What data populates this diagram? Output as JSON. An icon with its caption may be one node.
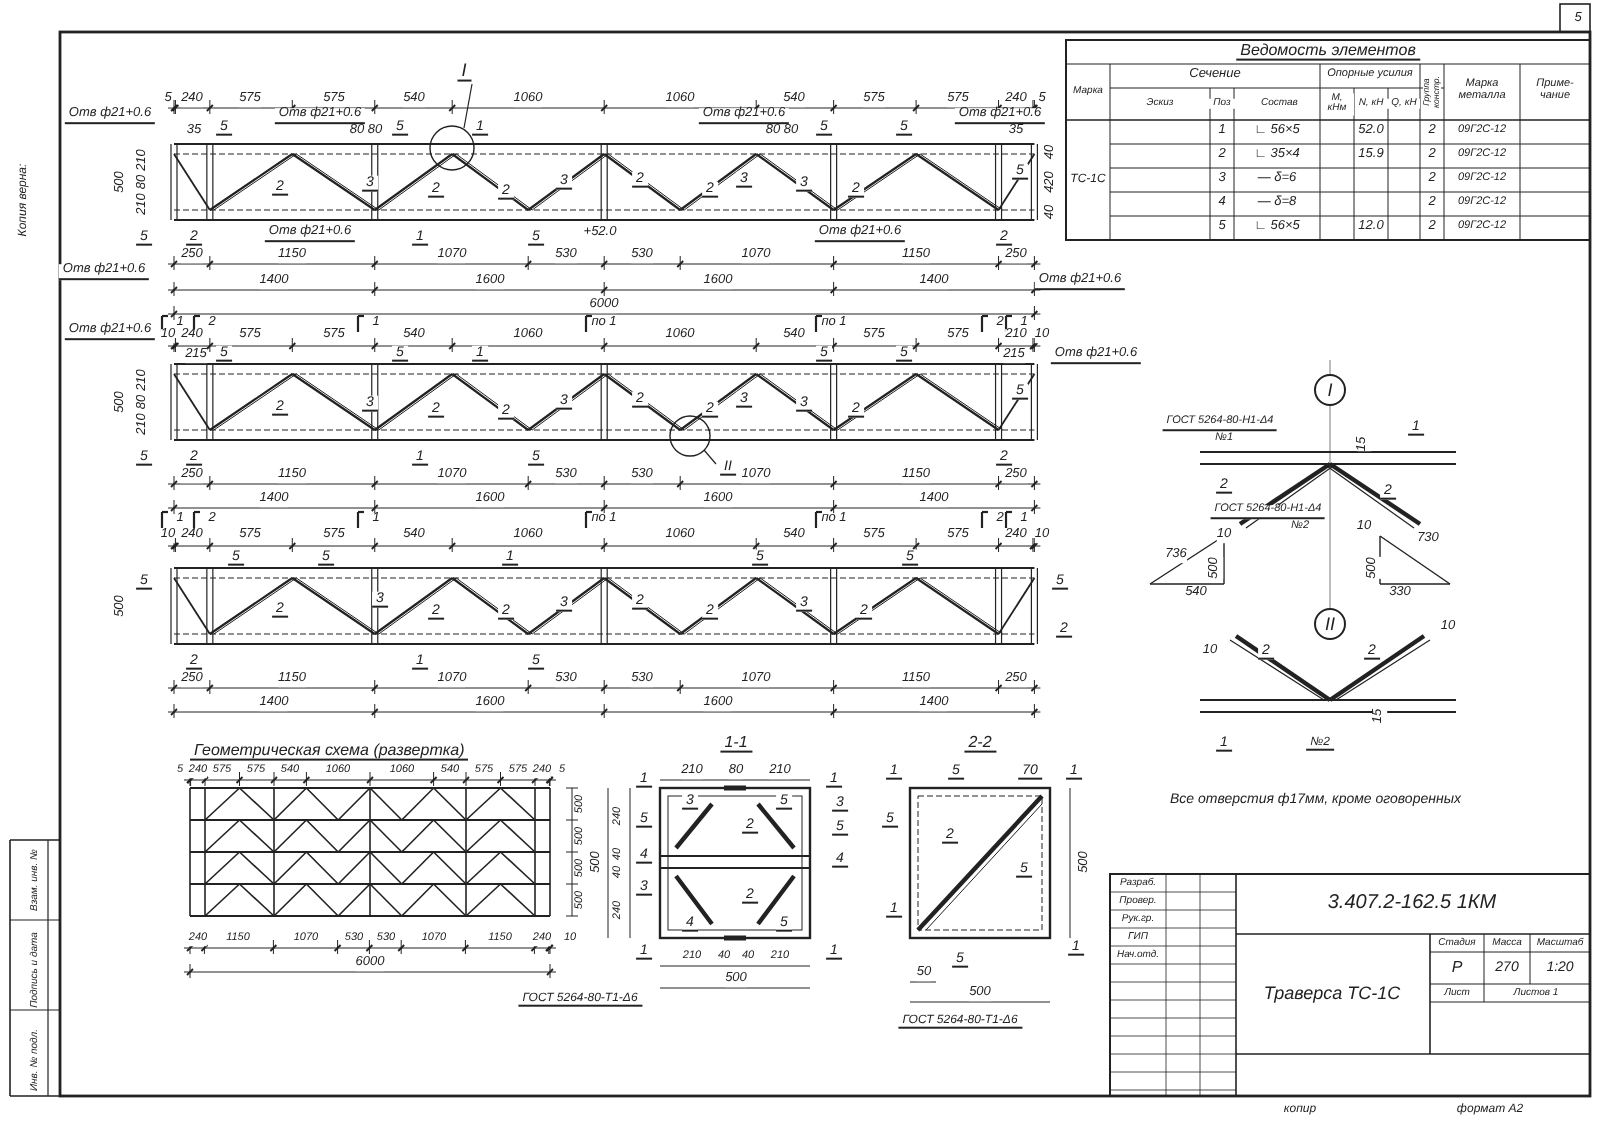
{
  "diagram": {
    "labels": [
      "5",
      "5",
      "240",
      "575",
      "575",
      "540",
      "1060",
      "1060",
      "540",
      "575",
      "575",
      "240",
      "5",
      "I",
      "Отв ф21+0.6",
      "Отв ф21+0.6",
      "Отв ф21+0.6",
      "Отв ф21+0.6",
      "35",
      "5",
      "80 80",
      "5",
      "1",
      "80 80",
      "5",
      "5",
      "35",
      "500",
      "210",
      "80",
      "210",
      "40",
      "420",
      "40",
      "2",
      "3",
      "2",
      "2",
      "3",
      "2",
      "2",
      "3",
      "3",
      "2",
      "5",
      "5",
      "2",
      "Отв ф21+0.6",
      "1",
      "5",
      "+52.0",
      "Отв ф21+0.6",
      "2",
      "250",
      "1150",
      "1070",
      "530",
      "530",
      "1070",
      "1150",
      "250",
      "Отв ф21+0.6",
      "1400",
      "1600",
      "1600",
      "1400",
      "Отв ф21+0.6",
      "6000",
      "1",
      "2",
      "1",
      "по 1",
      "по 1",
      "2",
      "1",
      "Отв ф21+0.6",
      "10",
      "240",
      "575",
      "575",
      "540",
      "1060",
      "1060",
      "540",
      "575",
      "575",
      "210",
      "10",
      "215",
      "5",
      "5",
      "1",
      "5",
      "5",
      "215",
      "Отв ф21+0.6",
      "500",
      "210",
      "80",
      "210",
      "2",
      "3",
      "2",
      "2",
      "3",
      "2",
      "2",
      "3",
      "3",
      "2",
      "5",
      "5",
      "2",
      "1",
      "5",
      "II",
      "2",
      "250",
      "1150",
      "1070",
      "530",
      "530",
      "1070",
      "1150",
      "250",
      "1400",
      "1600",
      "1600",
      "1400",
      "1",
      "2",
      "1",
      "по 1",
      "по 1",
      "2",
      "1",
      "10",
      "240",
      "575",
      "575",
      "540",
      "1060",
      "1060",
      "540",
      "575",
      "575",
      "240",
      "10",
      "500",
      "5",
      "5",
      "1",
      "5",
      "5",
      "5",
      "5",
      "2",
      "2",
      "3",
      "2",
      "2",
      "3",
      "2",
      "2",
      "3",
      "2",
      "2",
      "1",
      "5",
      "250",
      "1150",
      "1070",
      "530",
      "530",
      "1070",
      "1150",
      "250",
      "1400",
      "1600",
      "1600",
      "1400",
      "Геометрическая схема (развертка)",
      "5",
      "240",
      "575",
      "575",
      "540",
      "1060",
      "1060",
      "540",
      "575",
      "575",
      "240",
      "5",
      "240",
      "1150",
      "1070",
      "530",
      "530",
      "1070",
      "1150",
      "240",
      "10",
      "6000",
      "500",
      "500",
      "500",
      "500",
      "1-1",
      "210",
      "80",
      "210",
      "1",
      "3",
      "5",
      "1",
      "3",
      "5",
      "5",
      "2",
      "4",
      "4",
      "2",
      "3",
      "4",
      "5",
      "1",
      "1",
      "240",
      "40",
      "40",
      "240",
      "500",
      "210",
      "40",
      "40",
      "210",
      "500",
      "ГОСТ 5264-80-Т1-Δ6",
      "2-2",
      "1",
      "5",
      "70",
      "1",
      "5",
      "2",
      "5",
      "1",
      "5",
      "1",
      "500",
      "50",
      "500",
      "ГОСТ 5264-80-Т1-Δ6",
      "I",
      "ГОСТ 5264-80-Н1-Δ4",
      "№1",
      "15",
      "1",
      "2",
      "2",
      "ГОСТ 5264-80-Н1-Δ4",
      "№2",
      "10",
      "10",
      "736",
      "500",
      "540",
      "500",
      "730",
      "330",
      "II",
      "10",
      "2",
      "2",
      "10",
      "15",
      "1",
      "№2",
      "Все отверстия ф17мм, кроме оговоренных",
      "Ведомость элементов",
      "Марка",
      "Сечение",
      "Опорные усилия",
      "Группа констр.",
      "Марка металла",
      "Приме- чание",
      "Эскиз",
      "Поз",
      "Состав",
      "M, кНм",
      "N, кН",
      "Q, кН",
      "ТС-1С",
      "1",
      "∟ 56×5",
      "52.0",
      "2",
      "09Г2С-12",
      "2",
      "∟ 35×4",
      "15.9",
      "2",
      "09Г2С-12",
      "3",
      "— δ=6",
      "2",
      "09Г2С-12",
      "4",
      "— δ=8",
      "2",
      "09Г2С-12",
      "5",
      "∟ 56×5",
      "12.0",
      "2",
      "09Г2С-12",
      "Разраб.",
      "Провер.",
      "Рук.гр.",
      "ГИП",
      "Нач.отд.",
      "3.407.2-162.5 1КМ",
      "Траверса ТС-1С",
      "Стадия",
      "Масса",
      "Масштаб",
      "Р",
      "270",
      "1:20",
      "Лист",
      "Листов 1",
      "копир",
      "формат А2",
      "Копия верна:",
      "Взам. инв. №",
      "Подпись и дата",
      "Инв. № подл."
    ]
  }
}
